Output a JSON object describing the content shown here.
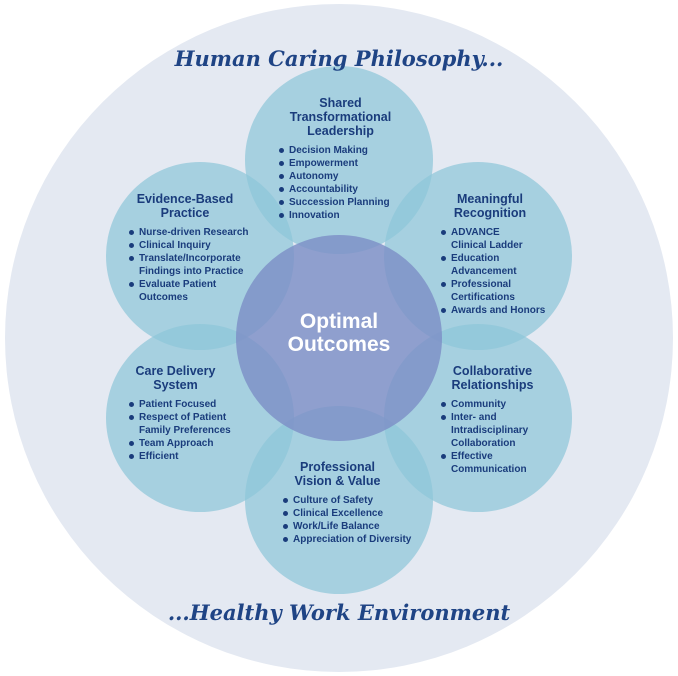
{
  "top_title": "Human Caring Philosophy...",
  "bottom_title": "...Healthy Work Environment",
  "center": {
    "line1": "Optimal",
    "line2": "Outcomes"
  },
  "colors": {
    "outer": "#e4e9f2",
    "petal": "#a6d1df",
    "center": "#7f93c6",
    "text": "#1a3c7c"
  },
  "petals": [
    {
      "title": "Shared Transformational Leadership",
      "items": [
        "Decision Making",
        "Empowerment",
        "Autonomy",
        "Accountability",
        "Succession Planning",
        "Innovation"
      ]
    },
    {
      "title": "Meaningful Recognition",
      "items": [
        "ADVANCE Clinical Ladder",
        "Education Advancement",
        "Professional Certifications",
        "Awards and Honors"
      ]
    },
    {
      "title": "Collaborative Relationships",
      "items": [
        "Community",
        "Inter- and Intradisciplinary Collaboration",
        "Effective Communication"
      ]
    },
    {
      "title": "Professional Vision & Value",
      "items": [
        "Culture of Safety",
        "Clinical Excellence",
        "Work/Life Balance",
        "Appreciation of Diversity"
      ]
    },
    {
      "title": "Care Delivery System",
      "items": [
        "Patient Focused",
        "Respect of Patient Family Preferences",
        "Team Approach",
        "Efficient"
      ]
    },
    {
      "title": "Evidence-Based Practice",
      "items": [
        "Nurse-driven Research",
        "Clinical Inquiry",
        "Translate/Incorporate Findings into Practice",
        "Evaluate Patient Outcomes"
      ]
    }
  ]
}
